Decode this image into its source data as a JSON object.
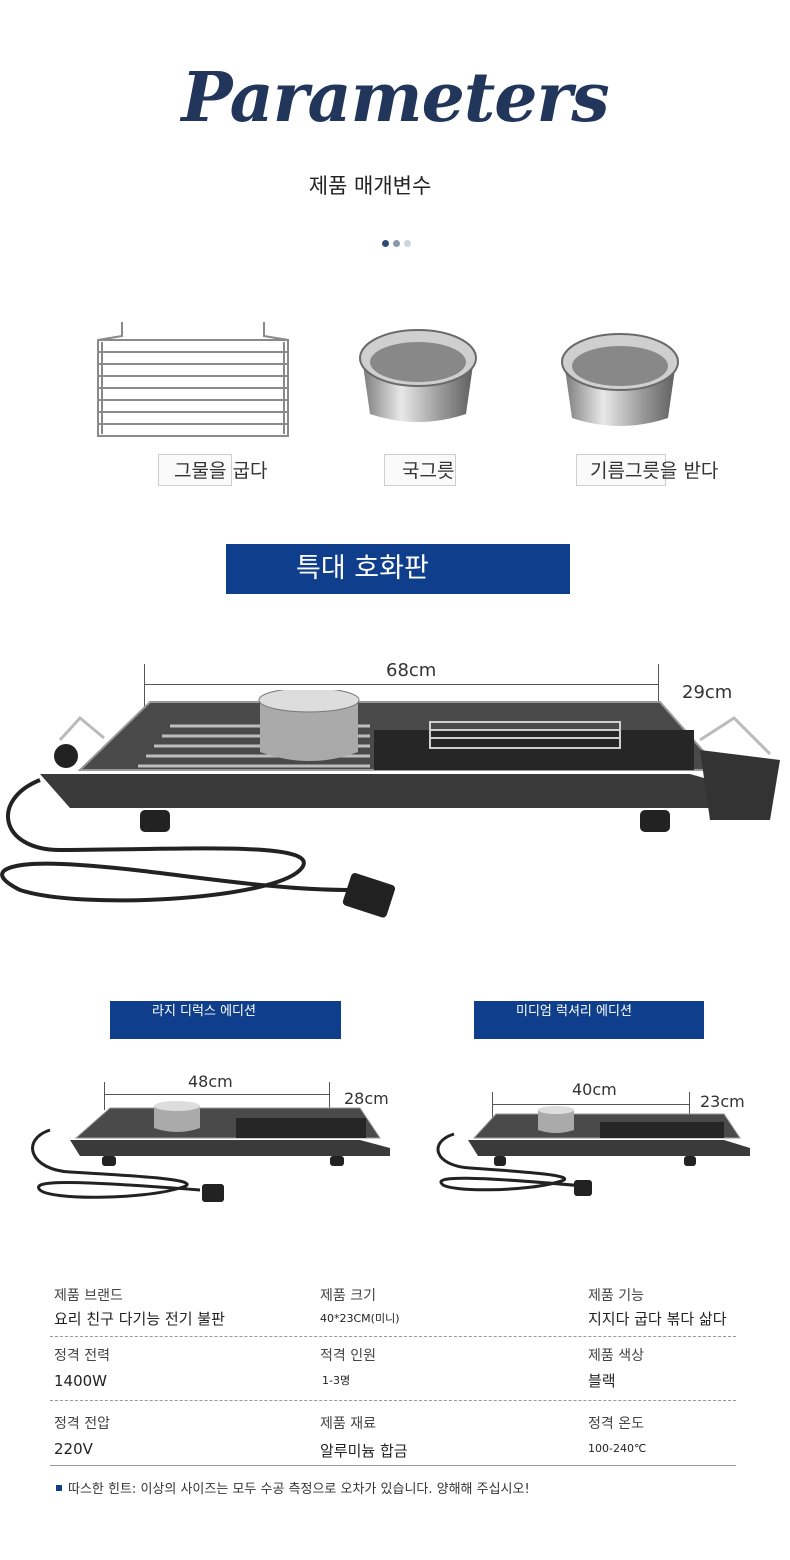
{
  "header": {
    "title": "Parameters",
    "subtitle": "제품 매개변수"
  },
  "pager": {
    "dot_colors": [
      "#2b4a78",
      "#8a97ad",
      "#cfd5de"
    ]
  },
  "accessories": [
    {
      "label": "그물을 굽다",
      "icon": "grill-rack-icon"
    },
    {
      "label": "국그릇",
      "icon": "soup-bowl-icon"
    },
    {
      "label": "기름그릇을 받다",
      "icon": "oil-bowl-icon"
    }
  ],
  "editions": {
    "extra_large": {
      "banner": "특대 호화판",
      "length": "68cm",
      "width": "29cm"
    },
    "large": {
      "banner": "라지 디럭스 에디션",
      "length": "48cm",
      "width": "28cm"
    },
    "medium": {
      "banner": "미디엄 럭셔리 에디션",
      "length": "40cm",
      "width": "23cm"
    }
  },
  "specs": [
    [
      {
        "label": "제품 브랜드",
        "value": "요리 친구 다기능 전기 불판"
      },
      {
        "label": "제품 크기",
        "value": "40*23CM(미니)"
      },
      {
        "label": "제품 기능",
        "value": "지지다 굽다 볶다 삶다"
      }
    ],
    [
      {
        "label": "정격 전력",
        "value": "1400W"
      },
      {
        "label": "적격 인원",
        "value": "1-3명"
      },
      {
        "label": "제품 색상",
        "value": "블랙"
      }
    ],
    [
      {
        "label": "정격 전압",
        "value": "220V"
      },
      {
        "label": "제품 재료",
        "value": "알루미늄 합금"
      },
      {
        "label": "정격 온도",
        "value": "100-240℃"
      }
    ]
  ],
  "note": "따스한 힌트: 이상의 사이즈는 모두 수공 측정으로 오차가 있습니다. 양해해 주십시오!",
  "colors": {
    "banner": "#0f3f8c",
    "title": "#22355a"
  }
}
